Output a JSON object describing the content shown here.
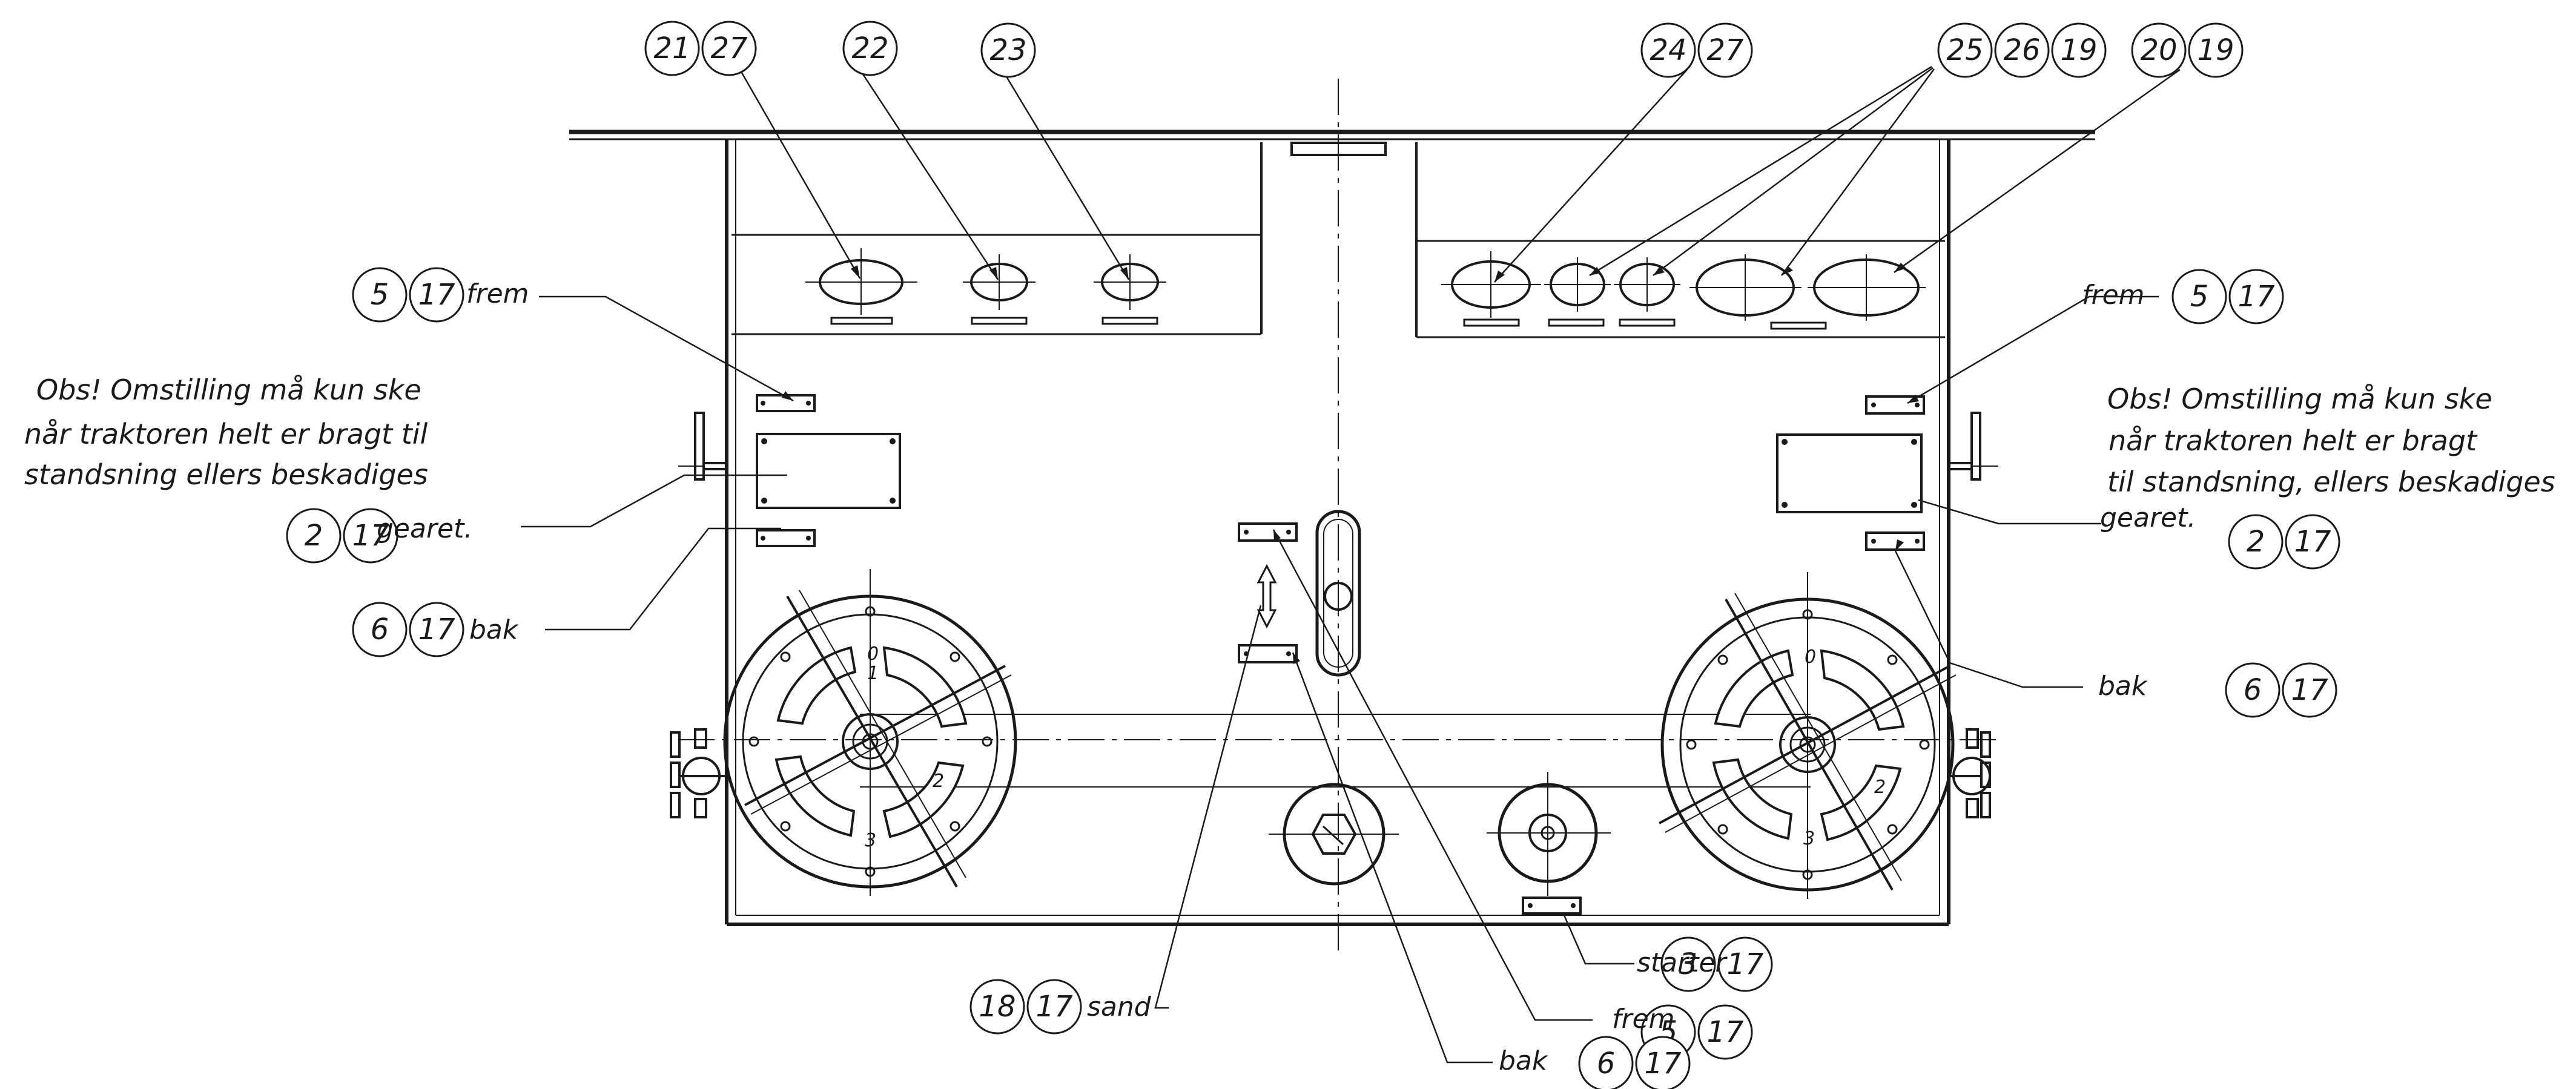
{
  "bubbles": {
    "b1": [
      "21",
      "27"
    ],
    "b2": [
      "22"
    ],
    "b3": [
      "23"
    ],
    "b4": [
      "24",
      "27"
    ],
    "b5": [
      "25",
      "26",
      "19"
    ],
    "b6": [
      "20",
      "19"
    ],
    "b7": [
      "5",
      "17"
    ],
    "b8": [
      "2",
      "17"
    ],
    "b9": [
      "6",
      "17"
    ],
    "b10": [
      "5",
      "17"
    ],
    "b11": [
      "2",
      "17"
    ],
    "b12": [
      "6",
      "17"
    ],
    "b13": [
      "18",
      "17"
    ],
    "b14": [
      "3",
      "17"
    ],
    "b15": [
      "5",
      "17"
    ],
    "b16": [
      "6",
      "17"
    ]
  },
  "labels": {
    "frem": "frem",
    "gearet": "gearet.",
    "bak": "bak",
    "sand": "sand",
    "starter": "starter",
    "note_left": [
      "Obs! Omstilling må kun ske",
      "når traktoren helt er bragt til",
      "standsning ellers beskadiges"
    ],
    "note_right": [
      "Obs! Omstilling må kun ske",
      "når traktoren helt er bragt",
      "til standsning, ellers beskadiges"
    ]
  },
  "wheel_marks": [
    "0",
    "1",
    "2",
    "3"
  ]
}
